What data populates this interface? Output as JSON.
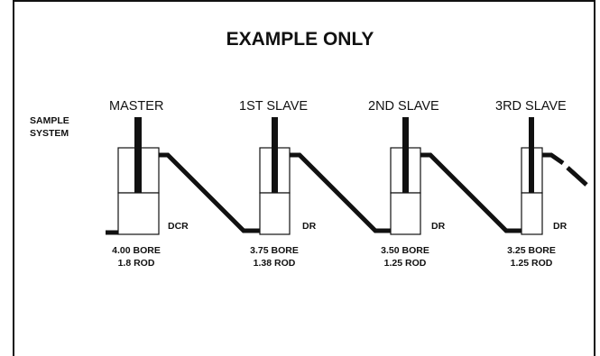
{
  "title": "EXAMPLE ONLY",
  "sample_label": [
    "SAMPLE",
    "SYSTEM"
  ],
  "cylinders": [
    {
      "name": "MASTER",
      "type": "DCR",
      "bore": "4.00 BORE",
      "rod": "1.8 ROD"
    },
    {
      "name": "1ST SLAVE",
      "type": "DR",
      "bore": "3.75 BORE",
      "rod": "1.38 ROD"
    },
    {
      "name": "2ND SLAVE",
      "type": "DR",
      "bore": "3.50 BORE",
      "rod": "1.25 ROD"
    },
    {
      "name": "3RD SLAVE",
      "type": "DR",
      "bore": "3.25 BORE",
      "rod": "1.25 ROD"
    }
  ]
}
